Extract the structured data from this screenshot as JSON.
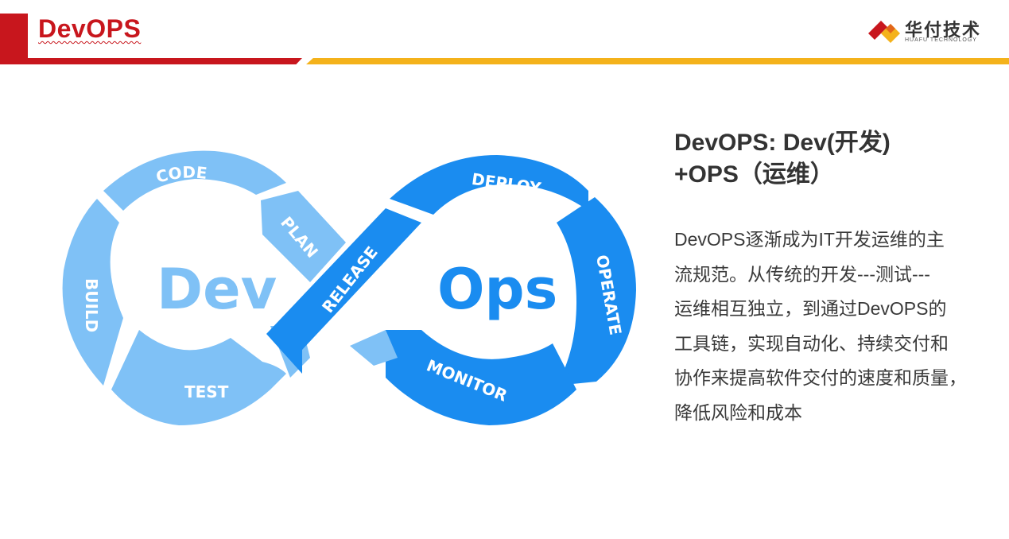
{
  "header": {
    "title": "DevOPS",
    "logo_cn": "华付技术",
    "logo_en": "HUAFU TECHNOLOGY",
    "colors": {
      "red": "#c8161d",
      "gold": "#f4b21b"
    }
  },
  "diagram": {
    "dev_label": "Dev",
    "ops_label": "Ops",
    "segments": {
      "code": "CODE",
      "plan": "PLAN",
      "build": "BUILD",
      "test": "TEST",
      "release": "RELEASE",
      "deploy": "DEPLOY",
      "operate": "OPERATE",
      "monitor": "MONITOR"
    },
    "colors": {
      "dev": "#7fc1f6",
      "ops": "#1a8cf0"
    }
  },
  "info": {
    "title_lines": [
      "DevOPS: Dev(开发)",
      "+OPS（运维）"
    ],
    "body_lines": [
      "DevOPS逐渐成为IT开发运维的主",
      "流规范。从传统的开发---测试---",
      "运维相互独立，到通过DevOPS的",
      "工具链，实现自动化、持续交付和",
      "协作来提高软件交付的速度和质量，",
      "降低风险和成本"
    ]
  }
}
